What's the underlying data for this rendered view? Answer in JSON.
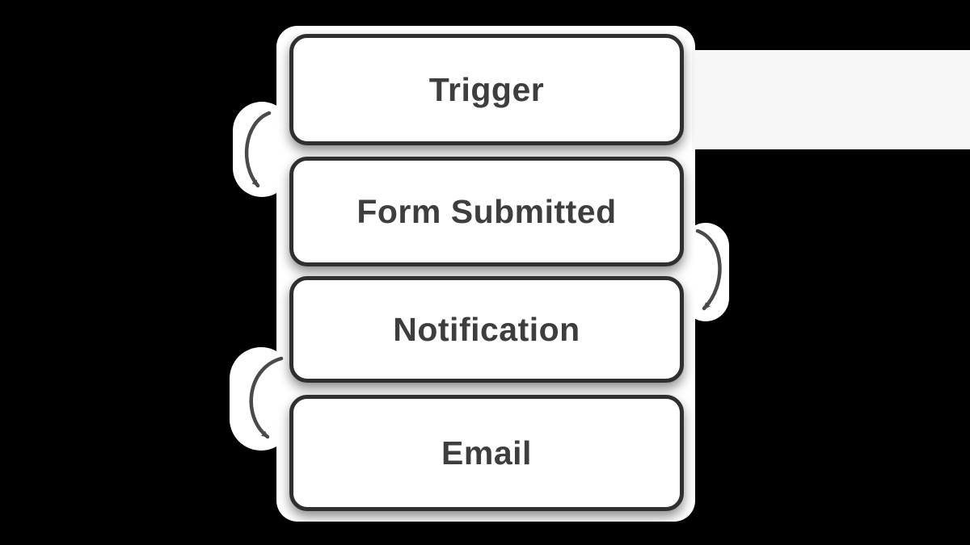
{
  "diagram": {
    "nodes": [
      {
        "id": "trigger",
        "label": "Trigger"
      },
      {
        "id": "form-submitted",
        "label": "Form Submitted"
      },
      {
        "id": "notification",
        "label": "Notification"
      },
      {
        "id": "email",
        "label": "Email"
      }
    ],
    "edges": [
      {
        "from": "Trigger",
        "to": "Form Submitted",
        "side": "left",
        "style": "curved-arrow"
      },
      {
        "from": "Form Submitted",
        "to": "Notification",
        "side": "right",
        "style": "curved-arrow"
      },
      {
        "from": "Notification",
        "to": "Email",
        "side": "left",
        "style": "curved-arrow"
      }
    ],
    "colors": {
      "background": "#000000",
      "panel": "#ffffff",
      "node_fill": "#ffffff",
      "node_border": "#2f2f2f",
      "node_text": "#3e3e3e",
      "arrow": "#4a4a4a"
    }
  }
}
